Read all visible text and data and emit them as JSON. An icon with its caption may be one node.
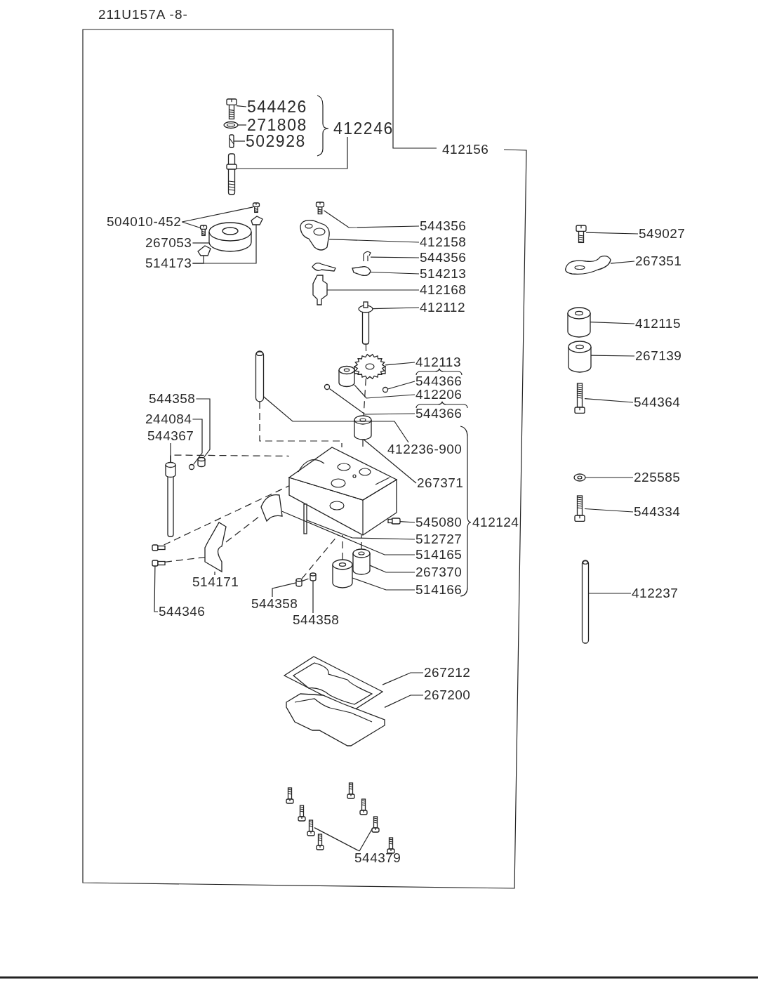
{
  "diagram": {
    "title": "211U157A -8-",
    "nodes": [
      {
        "text": [
          "544426"
        ]
      },
      {
        "text": [
          "271808"
        ]
      },
      {
        "text": [
          "502928"
        ]
      },
      {
        "text": [
          "412246"
        ]
      },
      {
        "text": [
          "504010-452"
        ]
      },
      {
        "text": [
          "267053"
        ]
      },
      {
        "text": [
          "514173"
        ]
      },
      {
        "text": [
          "544356"
        ]
      },
      {
        "text": [
          "412158"
        ]
      },
      {
        "text": [
          "544356"
        ]
      },
      {
        "text": [
          "514213"
        ]
      },
      {
        "text": [
          "412168"
        ]
      },
      {
        "text": [
          "412112"
        ]
      },
      {
        "text": [
          "412113"
        ]
      },
      {
        "text": [
          "544366"
        ]
      },
      {
        "text": [
          "412206"
        ]
      },
      {
        "text": [
          "544366"
        ]
      },
      {
        "text": [
          "412236-900"
        ]
      },
      {
        "text": [
          "544358"
        ]
      },
      {
        "text": [
          "244084"
        ]
      },
      {
        "text": [
          "544367"
        ]
      },
      {
        "text": [
          "267371"
        ]
      },
      {
        "text": [
          "545080"
        ]
      },
      {
        "text": [
          "512727"
        ]
      },
      {
        "text": [
          "514165"
        ]
      },
      {
        "text": [
          "267370"
        ]
      },
      {
        "text": [
          "514166"
        ]
      },
      {
        "text": [
          "514171"
        ]
      },
      {
        "text": [
          "544346"
        ]
      },
      {
        "text": [
          "544358"
        ]
      },
      {
        "text": [
          "544358"
        ]
      },
      {
        "text": [
          "267212"
        ]
      },
      {
        "text": [
          "267200"
        ]
      },
      {
        "text": [
          "544379"
        ]
      },
      {
        "text": [
          "549027"
        ]
      },
      {
        "text": [
          "267351"
        ]
      },
      {
        "text": [
          "412115"
        ]
      },
      {
        "text": [
          "267139"
        ]
      },
      {
        "text": [
          "544364"
        ]
      },
      {
        "text": [
          "225585"
        ]
      },
      {
        "text": [
          "544334"
        ]
      },
      {
        "text": [
          "412237"
        ]
      },
      {
        "text": [],
        "shape": "picture"
      },
      {
        "text": [],
        "shape": "picture"
      },
      {
        "text": [],
        "shape": "picture"
      },
      {
        "text": [],
        "shape": "picture"
      },
      {
        "text": [],
        "shape": "picture"
      },
      {
        "text": [],
        "shape": "picture"
      },
      {
        "text": [],
        "shape": "cylinder"
      },
      {
        "text": [],
        "shape": "picture"
      },
      {
        "text": [],
        "shape": "picture"
      },
      {
        "text": [],
        "shape": "picture"
      },
      {
        "text": [],
        "shape": "picture"
      },
      {
        "text": [],
        "shape": "picture"
      },
      {
        "text": [],
        "shape": "picture"
      },
      {
        "text": [],
        "shape": "picture"
      },
      {
        "text": [],
        "shape": "picture"
      },
      {
        "text": [],
        "shape": "picture"
      },
      {
        "text": [],
        "shape": "circle"
      },
      {
        "text": [],
        "shape": "cylinder"
      },
      {
        "text": [],
        "shape": "circle"
      },
      {
        "text": [],
        "shape": "picture"
      },
      {
        "text": [],
        "shape": "picture"
      },
      {
        "text": [],
        "shape": "circle"
      },
      {
        "text": [],
        "shape": "picture"
      },
      {
        "text": [],
        "shape": "cylinder"
      },
      {
        "text": [],
        "shape": "picture"
      },
      {
        "text": [],
        "shape": "box"
      },
      {
        "text": [],
        "shape": "bar"
      },
      {
        "text": [],
        "shape": "picture"
      },
      {
        "text": [],
        "shape": "cylinder"
      },
      {
        "text": [],
        "shape": "cylinder"
      },
      {
        "text": [],
        "shape": "picture"
      },
      {
        "text": [],
        "shape": "picture"
      },
      {
        "text": [],
        "shape": "picture"
      },
      {
        "text": [],
        "shape": "picture"
      },
      {
        "text": [],
        "shape": "picture"
      },
      {
        "text": [],
        "shape": "picture"
      },
      {
        "text": [],
        "shape": "picture"
      },
      {
        "text": [],
        "shape": "picture"
      },
      {
        "text": [],
        "shape": "picture"
      },
      {
        "text": [],
        "shape": "picture"
      },
      {
        "text": [],
        "shape": "picture"
      },
      {
        "text": [],
        "shape": "picture"
      },
      {
        "text": [],
        "shape": "picture"
      },
      {
        "text": [],
        "shape": "picture"
      },
      {
        "text": [],
        "shape": "picture"
      },
      {
        "text": [],
        "shape": "picture"
      },
      {
        "text": [],
        "shape": "picture"
      },
      {
        "text": [],
        "shape": "cylinder"
      },
      {
        "text": [],
        "shape": "cylinder"
      },
      {
        "text": [],
        "shape": "picture"
      },
      {
        "text": [],
        "shape": "picture"
      },
      {
        "text": [],
        "shape": "picture"
      },
      {
        "text": [],
        "shape": "picture"
      }
    ],
    "edges": [
      {
        "from": 0,
        "to": 42,
        "arrow": "none"
      },
      {
        "from": 1,
        "to": 43,
        "arrow": "none"
      },
      {
        "from": 2,
        "to": 44,
        "arrow": "none"
      },
      {
        "from": 3,
        "to": 45,
        "arrow": "none"
      },
      {
        "from": 4,
        "to": 46,
        "arrow": "none"
      },
      {
        "from": 4,
        "to": 47,
        "arrow": "none"
      },
      {
        "from": 5,
        "to": 48,
        "arrow": "none"
      },
      {
        "from": 6,
        "to": 49,
        "arrow": "none"
      },
      {
        "from": 6,
        "to": 50,
        "arrow": "none"
      },
      {
        "from": 7,
        "to": 51,
        "arrow": "none"
      },
      {
        "from": 8,
        "to": 52,
        "arrow": "none"
      },
      {
        "from": 9,
        "to": 53,
        "arrow": "none"
      },
      {
        "from": 10,
        "to": 54,
        "arrow": "none"
      },
      {
        "from": 11,
        "to": 55,
        "arrow": "none"
      },
      {
        "from": 12,
        "to": 56,
        "arrow": "none"
      },
      {
        "from": 13,
        "to": 57,
        "arrow": "none"
      },
      {
        "from": 14,
        "to": 58,
        "arrow": "none"
      },
      {
        "from": 15,
        "to": 59,
        "arrow": "none"
      },
      {
        "from": 16,
        "to": 60,
        "arrow": "none"
      },
      {
        "from": 17,
        "to": 61,
        "arrow": "none"
      },
      {
        "from": 18,
        "to": 62,
        "arrow": "none"
      },
      {
        "from": 19,
        "to": 63,
        "arrow": "none"
      },
      {
        "from": 20,
        "to": 64,
        "arrow": "none"
      },
      {
        "from": 21,
        "to": 65,
        "arrow": "none"
      },
      {
        "from": 22,
        "to": 67,
        "arrow": "none"
      },
      {
        "from": 23,
        "to": 68,
        "arrow": "none"
      },
      {
        "from": 24,
        "to": 69,
        "arrow": "none"
      },
      {
        "from": 25,
        "to": 70,
        "arrow": "none"
      },
      {
        "from": 26,
        "to": 71,
        "arrow": "none"
      },
      {
        "from": 27,
        "to": 72,
        "arrow": "none"
      },
      {
        "from": 28,
        "to": 74,
        "arrow": "none"
      },
      {
        "from": 29,
        "to": 75,
        "arrow": "none"
      },
      {
        "from": 30,
        "to": 76,
        "arrow": "none"
      },
      {
        "from": 31,
        "to": 77,
        "arrow": "none"
      },
      {
        "from": 32,
        "to": 78,
        "arrow": "none"
      },
      {
        "from": 33,
        "to": 81,
        "arrow": "none"
      },
      {
        "from": 33,
        "to": 85,
        "arrow": "none"
      },
      {
        "from": 34,
        "to": 87,
        "arrow": "none"
      },
      {
        "from": 35,
        "to": 88,
        "arrow": "none"
      },
      {
        "from": 36,
        "to": 89,
        "arrow": "none"
      },
      {
        "from": 37,
        "to": 90,
        "arrow": "none"
      },
      {
        "from": 38,
        "to": 91,
        "arrow": "none"
      },
      {
        "from": 39,
        "to": 92,
        "arrow": "none"
      },
      {
        "from": 40,
        "to": 93,
        "arrow": "none"
      },
      {
        "from": 41,
        "to": 94,
        "arrow": "none"
      },
      {
        "from": 56,
        "to": 57,
        "arrow": "none",
        "style": "dashed"
      },
      {
        "from": 57,
        "to": 65,
        "arrow": "none",
        "style": "dashed"
      },
      {
        "from": 65,
        "to": 66,
        "arrow": "none",
        "style": "dashed"
      },
      {
        "from": 61,
        "to": 66,
        "arrow": "none",
        "style": "dashed"
      },
      {
        "from": 64,
        "to": 66,
        "arrow": "none",
        "style": "dashed"
      },
      {
        "from": 73,
        "to": 66,
        "arrow": "none",
        "style": "dashed"
      },
      {
        "from": 74,
        "to": 72,
        "arrow": "none",
        "style": "dashed"
      },
      {
        "from": 72,
        "to": 69,
        "arrow": "none",
        "style": "dashed"
      },
      {
        "from": 75,
        "to": 66,
        "arrow": "none",
        "style": "dashed"
      },
      {
        "from": 75,
        "to": 76,
        "arrow": "none",
        "style": "dashed"
      },
      {
        "from": 70,
        "to": 66,
        "arrow": "none",
        "style": "dashed"
      },
      {
        "from": 71,
        "to": 66,
        "arrow": "none",
        "style": "dashed"
      }
    ],
    "labels": [
      "412156",
      "412124"
    ]
  }
}
